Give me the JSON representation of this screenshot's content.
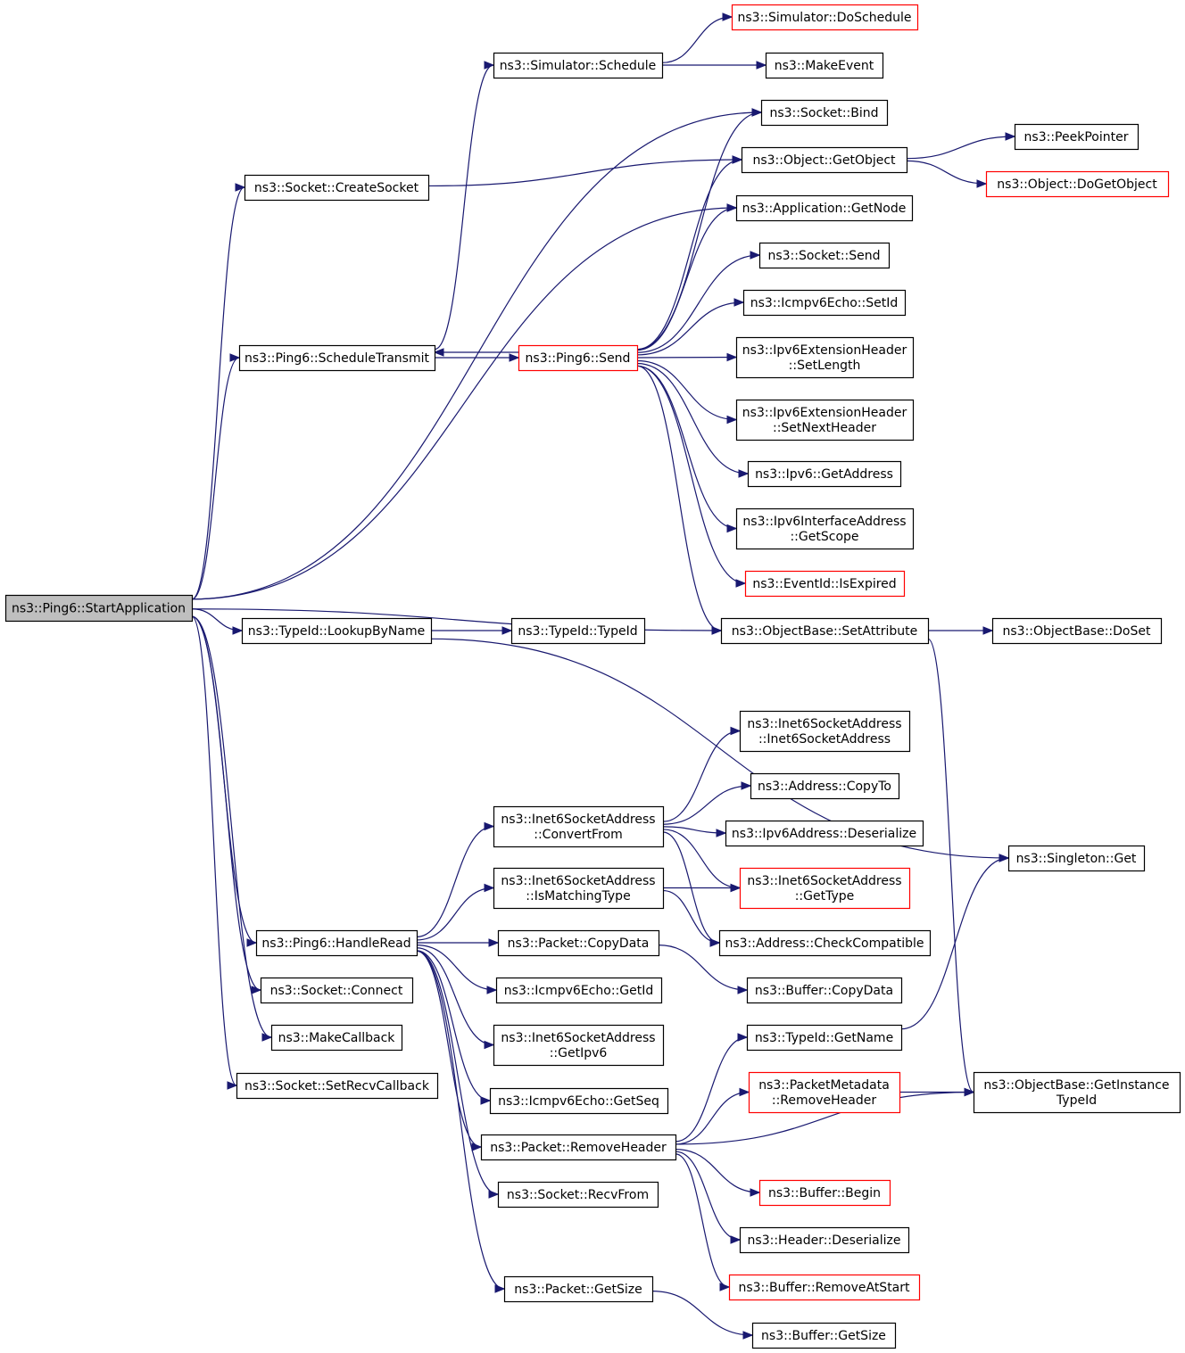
{
  "nodes": [
    {
      "id": "start",
      "lines": [
        "ns3::Ping6::StartApplication"
      ],
      "root": true
    },
    {
      "id": "schedule",
      "lines": [
        "ns3::Simulator::Schedule"
      ]
    },
    {
      "id": "doschedule",
      "lines": [
        "ns3::Simulator::DoSchedule"
      ],
      "truncated": true
    },
    {
      "id": "makeevent",
      "lines": [
        "ns3::MakeEvent"
      ]
    },
    {
      "id": "bind",
      "lines": [
        "ns3::Socket::Bind"
      ]
    },
    {
      "id": "getobject",
      "lines": [
        "ns3::Object::GetObject"
      ]
    },
    {
      "id": "peekpointer",
      "lines": [
        "ns3::PeekPointer"
      ]
    },
    {
      "id": "dogetobject",
      "lines": [
        "ns3::Object::DoGetObject"
      ],
      "truncated": true
    },
    {
      "id": "createsocket",
      "lines": [
        "ns3::Socket::CreateSocket"
      ]
    },
    {
      "id": "getnode",
      "lines": [
        "ns3::Application::GetNode"
      ]
    },
    {
      "id": "socketsend",
      "lines": [
        "ns3::Socket::Send"
      ]
    },
    {
      "id": "setid",
      "lines": [
        "ns3::Icmpv6Echo::SetId"
      ]
    },
    {
      "id": "scheduletransmit",
      "lines": [
        "ns3::Ping6::ScheduleTransmit"
      ]
    },
    {
      "id": "ping6send",
      "lines": [
        "ns3::Ping6::Send"
      ],
      "truncated": true
    },
    {
      "id": "setlength",
      "lines": [
        "ns3::Ipv6ExtensionHeader",
        "::SetLength"
      ]
    },
    {
      "id": "setnextheader",
      "lines": [
        "ns3::Ipv6ExtensionHeader",
        "::SetNextHeader"
      ]
    },
    {
      "id": "ipv6getaddress",
      "lines": [
        "ns3::Ipv6::GetAddress"
      ]
    },
    {
      "id": "getscope",
      "lines": [
        "ns3::Ipv6InterfaceAddress",
        "::GetScope"
      ]
    },
    {
      "id": "isexpired",
      "lines": [
        "ns3::EventId::IsExpired"
      ],
      "truncated": true
    },
    {
      "id": "lookupbyname",
      "lines": [
        "ns3::TypeId::LookupByName"
      ]
    },
    {
      "id": "typeidctor",
      "lines": [
        "ns3::TypeId::TypeId"
      ]
    },
    {
      "id": "setattribute",
      "lines": [
        "ns3::ObjectBase::SetAttribute"
      ]
    },
    {
      "id": "doset",
      "lines": [
        "ns3::ObjectBase::DoSet"
      ]
    },
    {
      "id": "inet6ctor",
      "lines": [
        "ns3::Inet6SocketAddress",
        "::Inet6SocketAddress"
      ]
    },
    {
      "id": "copyto",
      "lines": [
        "ns3::Address::CopyTo"
      ]
    },
    {
      "id": "convertfrom",
      "lines": [
        "ns3::Inet6SocketAddress",
        "::ConvertFrom"
      ]
    },
    {
      "id": "deserialize6",
      "lines": [
        "ns3::Ipv6Address::Deserialize"
      ]
    },
    {
      "id": "singletonget",
      "lines": [
        "ns3::Singleton::Get"
      ]
    },
    {
      "id": "ismatchingtype",
      "lines": [
        "ns3::Inet6SocketAddress",
        "::IsMatchingType"
      ]
    },
    {
      "id": "gettype",
      "lines": [
        "ns3::Inet6SocketAddress",
        "::GetType"
      ],
      "truncated": true
    },
    {
      "id": "handleread",
      "lines": [
        "ns3::Ping6::HandleRead"
      ]
    },
    {
      "id": "copydata",
      "lines": [
        "ns3::Packet::CopyData"
      ]
    },
    {
      "id": "checkcompatible",
      "lines": [
        "ns3::Address::CheckCompatible"
      ]
    },
    {
      "id": "connect",
      "lines": [
        "ns3::Socket::Connect"
      ]
    },
    {
      "id": "getid",
      "lines": [
        "ns3::Icmpv6Echo::GetId"
      ]
    },
    {
      "id": "buffercopydata",
      "lines": [
        "ns3::Buffer::CopyData"
      ]
    },
    {
      "id": "makecallback",
      "lines": [
        "ns3::MakeCallback"
      ]
    },
    {
      "id": "getipv6",
      "lines": [
        "ns3::Inet6SocketAddress",
        "::GetIpv6"
      ]
    },
    {
      "id": "typeidgetname",
      "lines": [
        "ns3::TypeId::GetName"
      ]
    },
    {
      "id": "setrecvcallback",
      "lines": [
        "ns3::Socket::SetRecvCallback"
      ]
    },
    {
      "id": "metaremoveheader",
      "lines": [
        "ns3::PacketMetadata",
        "::RemoveHeader"
      ],
      "truncated": true
    },
    {
      "id": "getinstancetypeid",
      "lines": [
        "ns3::ObjectBase::GetInstance",
        "TypeId"
      ]
    },
    {
      "id": "getseq",
      "lines": [
        "ns3::Icmpv6Echo::GetSeq"
      ]
    },
    {
      "id": "removeheader",
      "lines": [
        "ns3::Packet::RemoveHeader"
      ]
    },
    {
      "id": "recvfrom",
      "lines": [
        "ns3::Socket::RecvFrom"
      ]
    },
    {
      "id": "bufferbegin",
      "lines": [
        "ns3::Buffer::Begin"
      ],
      "truncated": true
    },
    {
      "id": "headerdeserialize",
      "lines": [
        "ns3::Header::Deserialize"
      ]
    },
    {
      "id": "removeatstart",
      "lines": [
        "ns3::Buffer::RemoveAtStart"
      ],
      "truncated": true
    },
    {
      "id": "packetgetsize",
      "lines": [
        "ns3::Packet::GetSize"
      ]
    },
    {
      "id": "buffergetsize",
      "lines": [
        "ns3::Buffer::GetSize"
      ]
    }
  ],
  "edges": [
    [
      "start",
      "bind"
    ],
    [
      "start",
      "createsocket"
    ],
    [
      "start",
      "getnode"
    ],
    [
      "start",
      "scheduletransmit"
    ],
    [
      "start",
      "setattribute"
    ],
    [
      "start",
      "lookupbyname"
    ],
    [
      "start",
      "handleread"
    ],
    [
      "start",
      "connect"
    ],
    [
      "start",
      "makecallback"
    ],
    [
      "start",
      "setrecvcallback"
    ],
    [
      "schedule",
      "doschedule"
    ],
    [
      "schedule",
      "makeevent"
    ],
    [
      "createsocket",
      "getobject"
    ],
    [
      "getobject",
      "peekpointer"
    ],
    [
      "getobject",
      "dogetobject"
    ],
    [
      "scheduletransmit",
      "schedule"
    ],
    [
      "scheduletransmit",
      "ping6send"
    ],
    [
      "ping6send",
      "scheduletransmit"
    ],
    [
      "ping6send",
      "bind"
    ],
    [
      "ping6send",
      "getobject"
    ],
    [
      "ping6send",
      "getnode"
    ],
    [
      "ping6send",
      "socketsend"
    ],
    [
      "ping6send",
      "setid"
    ],
    [
      "ping6send",
      "setlength"
    ],
    [
      "ping6send",
      "setnextheader"
    ],
    [
      "ping6send",
      "ipv6getaddress"
    ],
    [
      "ping6send",
      "getscope"
    ],
    [
      "ping6send",
      "isexpired"
    ],
    [
      "ping6send",
      "setattribute"
    ],
    [
      "lookupbyname",
      "typeidctor"
    ],
    [
      "lookupbyname",
      "singletonget"
    ],
    [
      "setattribute",
      "doset"
    ],
    [
      "setattribute",
      "getinstancetypeid"
    ],
    [
      "handleread",
      "convertfrom"
    ],
    [
      "handleread",
      "ismatchingtype"
    ],
    [
      "handleread",
      "copydata"
    ],
    [
      "handleread",
      "getid"
    ],
    [
      "handleread",
      "getipv6"
    ],
    [
      "handleread",
      "getseq"
    ],
    [
      "handleread",
      "removeheader"
    ],
    [
      "handleread",
      "recvfrom"
    ],
    [
      "handleread",
      "packetgetsize"
    ],
    [
      "convertfrom",
      "inet6ctor"
    ],
    [
      "convertfrom",
      "copyto"
    ],
    [
      "convertfrom",
      "deserialize6"
    ],
    [
      "convertfrom",
      "gettype"
    ],
    [
      "convertfrom",
      "checkcompatible"
    ],
    [
      "ismatchingtype",
      "gettype"
    ],
    [
      "ismatchingtype",
      "checkcompatible"
    ],
    [
      "copydata",
      "buffercopydata"
    ],
    [
      "typeidgetname",
      "singletonget"
    ],
    [
      "metaremoveheader",
      "getinstancetypeid"
    ],
    [
      "removeheader",
      "typeidgetname"
    ],
    [
      "removeheader",
      "metaremoveheader"
    ],
    [
      "removeheader",
      "getinstancetypeid"
    ],
    [
      "removeheader",
      "bufferbegin"
    ],
    [
      "removeheader",
      "headerdeserialize"
    ],
    [
      "removeheader",
      "removeatstart"
    ],
    [
      "packetgetsize",
      "buffergetsize"
    ]
  ]
}
